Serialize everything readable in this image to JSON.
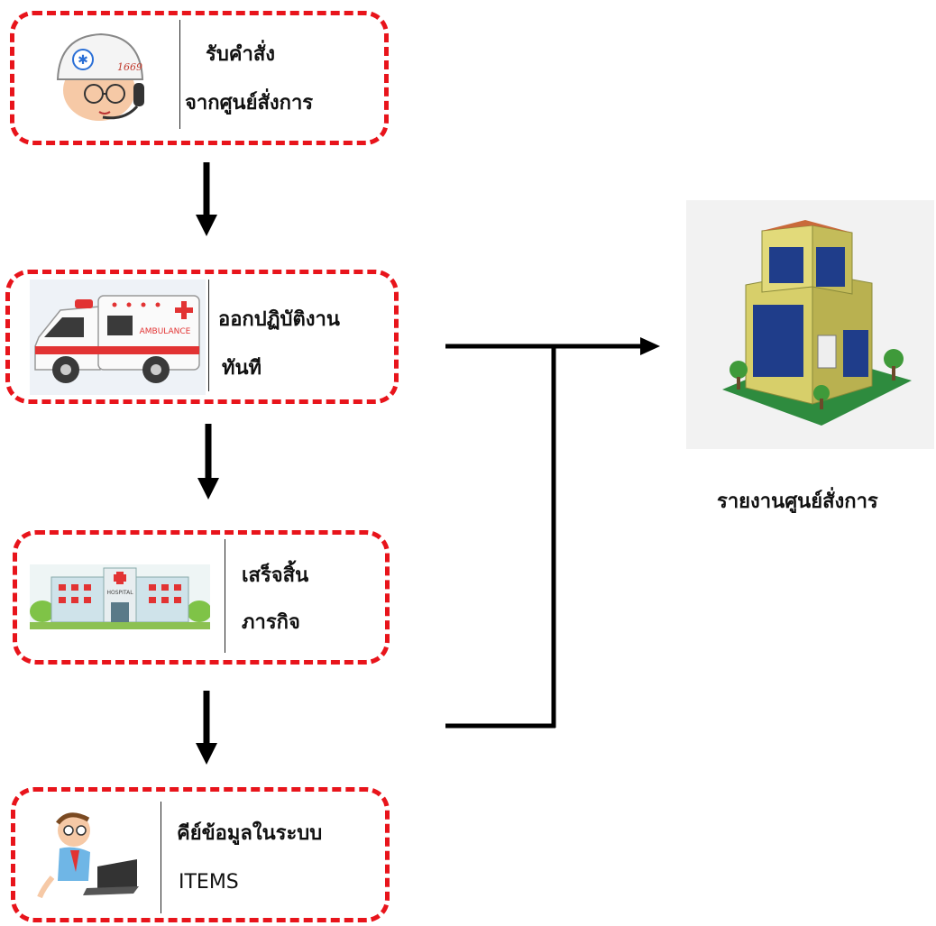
{
  "steps": [
    {
      "line1": "รับคำสั่ง",
      "line2": "จากศูนย์สั่งการ",
      "icon": "dispatcher-headset-icon"
    },
    {
      "line1": "ออกปฏิบัติงาน",
      "line2": "ทันที",
      "icon": "ambulance-icon",
      "ambulance_text": "AMBULANCE"
    },
    {
      "line1": "เสร็จสิ้น",
      "line2": "ภารกิจ",
      "icon": "hospital-icon",
      "hospital_text": "HOSPITAL"
    },
    {
      "line1": "คีย์ข้อมูลในระบบ",
      "line2": "ITEMS",
      "icon": "typing-laptop-icon"
    }
  ],
  "report": {
    "label": "รายงานศูนย์สั่งการ",
    "icon": "building-icon"
  },
  "headset_badge": "1669",
  "colors": {
    "dash": "#e8141b",
    "arrow": "#000000"
  }
}
